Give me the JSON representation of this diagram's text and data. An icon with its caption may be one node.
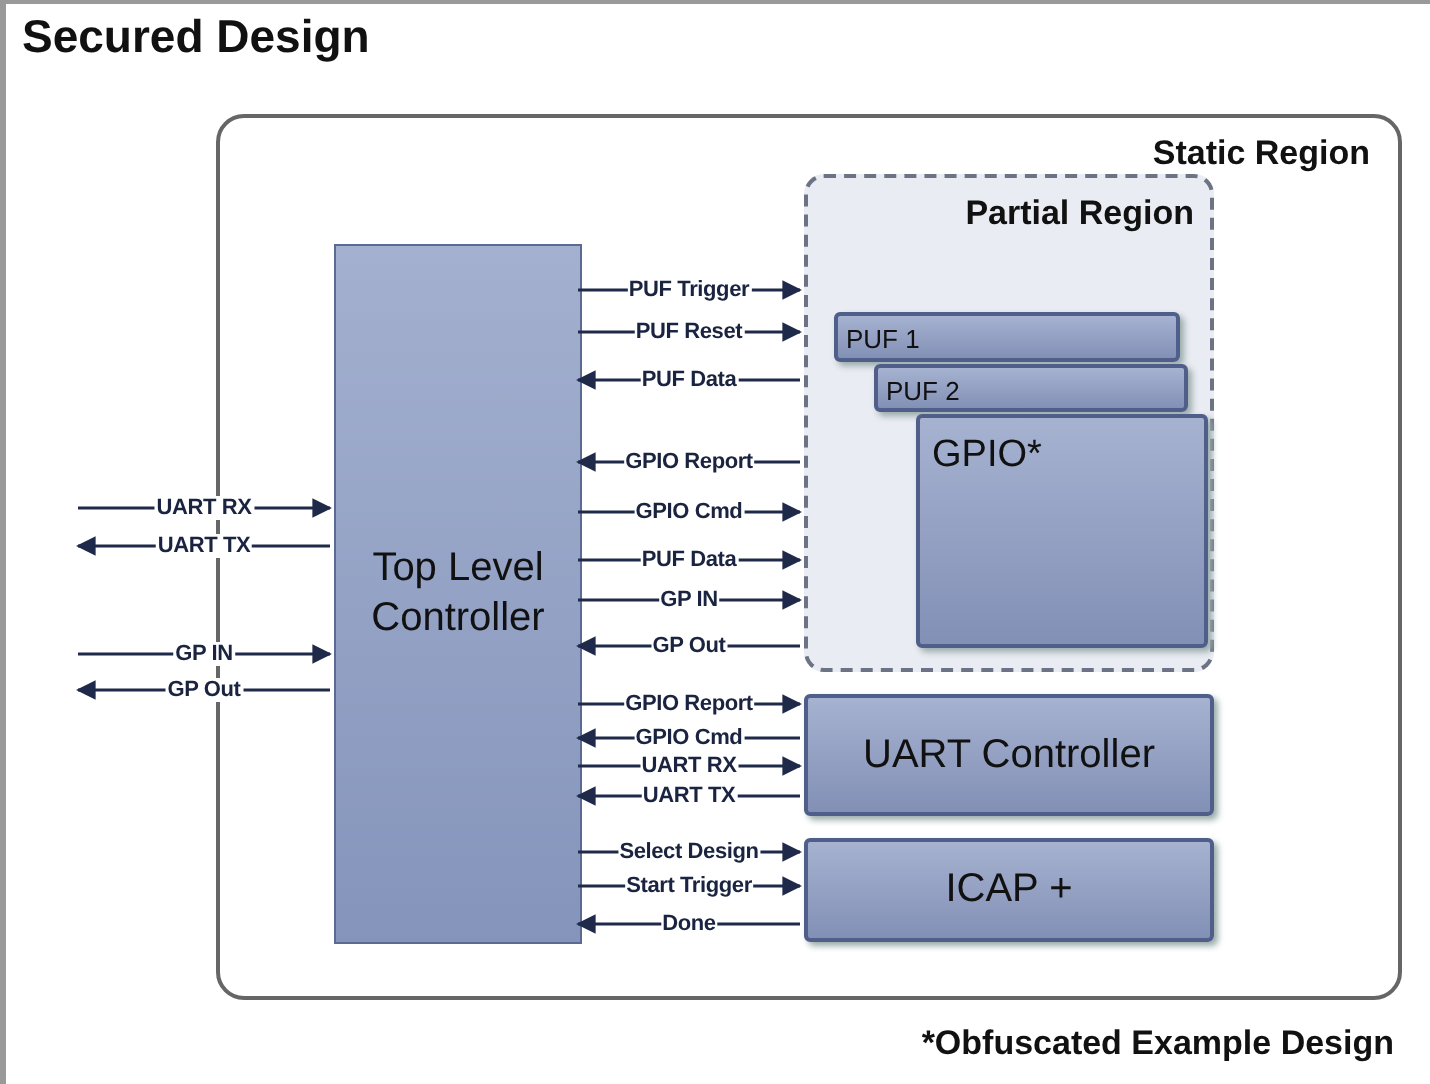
{
  "diagram": {
    "title": "Secured Design",
    "caption": "*Obfuscated Example Design",
    "nodes": [
      {
        "text": [
          "Static Region"
        ]
      },
      {
        "text": [
          "Top Level Controller"
        ],
        "in": 0
      },
      {
        "text": [
          "Partial Region"
        ],
        "in": 0
      },
      {
        "text": [
          "PUF 1"
        ],
        "in": 2
      },
      {
        "text": [
          "PUF 2"
        ],
        "in": 2
      },
      {
        "text": [
          "GPIO*"
        ],
        "in": 2
      },
      {
        "text": [
          "UART Controller"
        ],
        "in": 0
      },
      {
        "text": [
          "ICAP +"
        ],
        "in": 0
      }
    ],
    "edges": [
      {
        "from": null,
        "to": 1,
        "arrow": "to",
        "label": "UART RX"
      },
      {
        "from": 1,
        "to": null,
        "arrow": "to",
        "label": "UART TX"
      },
      {
        "from": null,
        "to": 1,
        "arrow": "to",
        "label": "GP IN"
      },
      {
        "from": 1,
        "to": null,
        "arrow": "to",
        "label": "GP Out"
      },
      {
        "from": 1,
        "to": 2,
        "arrow": "to",
        "label": "PUF Trigger"
      },
      {
        "from": 1,
        "to": 2,
        "arrow": "to",
        "label": "PUF Reset"
      },
      {
        "from": 2,
        "to": 1,
        "arrow": "to",
        "label": "PUF Data"
      },
      {
        "from": 2,
        "to": 1,
        "arrow": "to",
        "label": "GPIO Report"
      },
      {
        "from": 1,
        "to": 2,
        "arrow": "to",
        "label": "GPIO Cmd"
      },
      {
        "from": 1,
        "to": 2,
        "arrow": "to",
        "label": "PUF Data"
      },
      {
        "from": 1,
        "to": 2,
        "arrow": "to",
        "label": "GP IN"
      },
      {
        "from": 2,
        "to": 1,
        "arrow": "to",
        "label": "GP Out"
      },
      {
        "from": 1,
        "to": 6,
        "arrow": "to",
        "label": "GPIO Report"
      },
      {
        "from": 6,
        "to": 1,
        "arrow": "to",
        "label": "GPIO Cmd"
      },
      {
        "from": 1,
        "to": 6,
        "arrow": "to",
        "label": "UART RX"
      },
      {
        "from": 6,
        "to": 1,
        "arrow": "to",
        "label": "UART TX"
      },
      {
        "from": 1,
        "to": 7,
        "arrow": "to",
        "label": "Select Design"
      },
      {
        "from": 1,
        "to": 7,
        "arrow": "to",
        "label": "Start Trigger"
      },
      {
        "from": 7,
        "to": 1,
        "arrow": "to",
        "label": "Done"
      }
    ]
  }
}
